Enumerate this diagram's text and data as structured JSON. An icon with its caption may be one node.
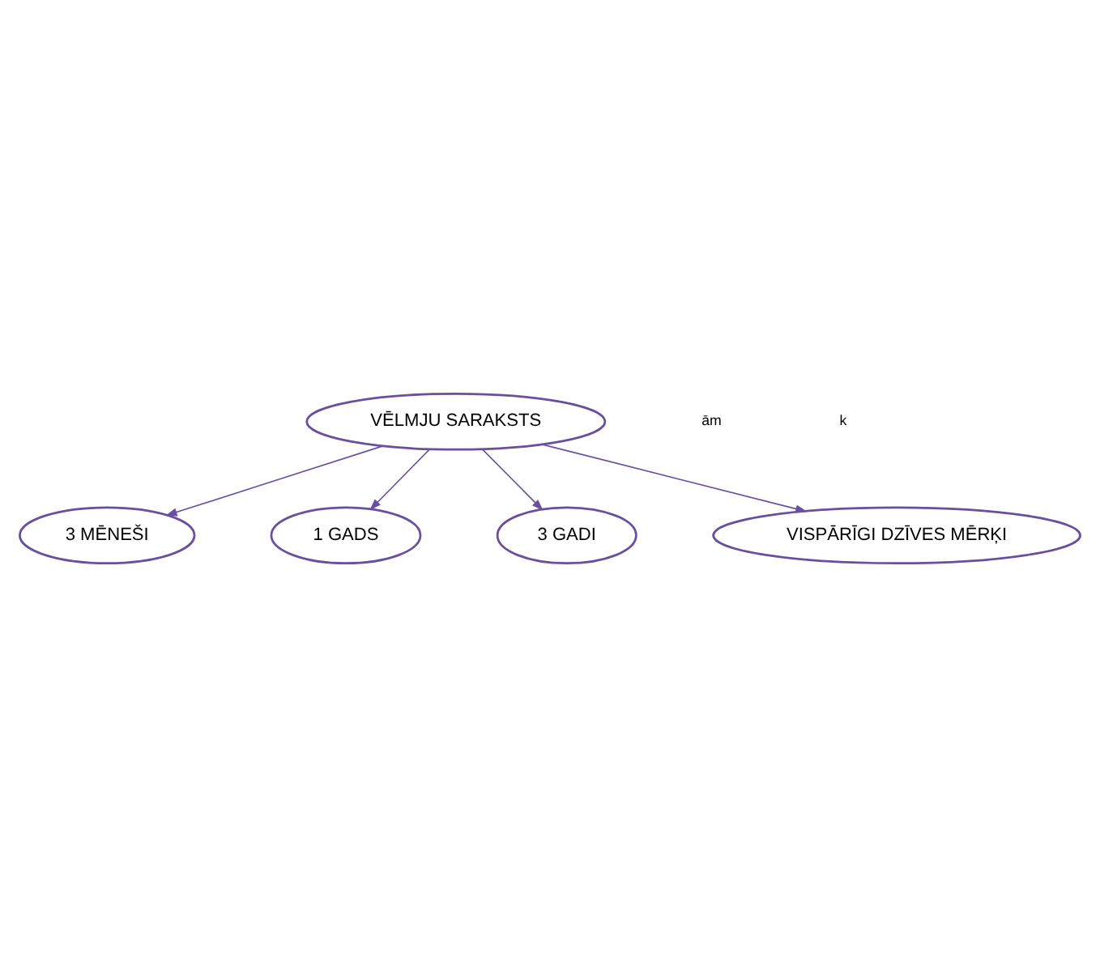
{
  "diagram": {
    "nodes": [
      {
        "text": [
          "3 MĒNEŠI"
        ]
      },
      {
        "text": [
          "1 GADS"
        ]
      },
      {
        "text": [
          "VĒLMJU SARAKSTS"
        ]
      },
      {
        "text": [
          "3 GADI"
        ]
      },
      {
        "text": [
          "VISPĀRĪGI DZĪVES MĒRĶI"
        ]
      }
    ],
    "edges": [
      {
        "from": 2,
        "to": 0,
        "arrow": "to"
      },
      {
        "from": 2,
        "to": 1,
        "arrow": "to"
      },
      {
        "from": 2,
        "to": 3,
        "arrow": "to"
      },
      {
        "from": 2,
        "to": 4,
        "arrow": "to"
      }
    ],
    "labels": [
      "ām",
      "k"
    ]
  }
}
